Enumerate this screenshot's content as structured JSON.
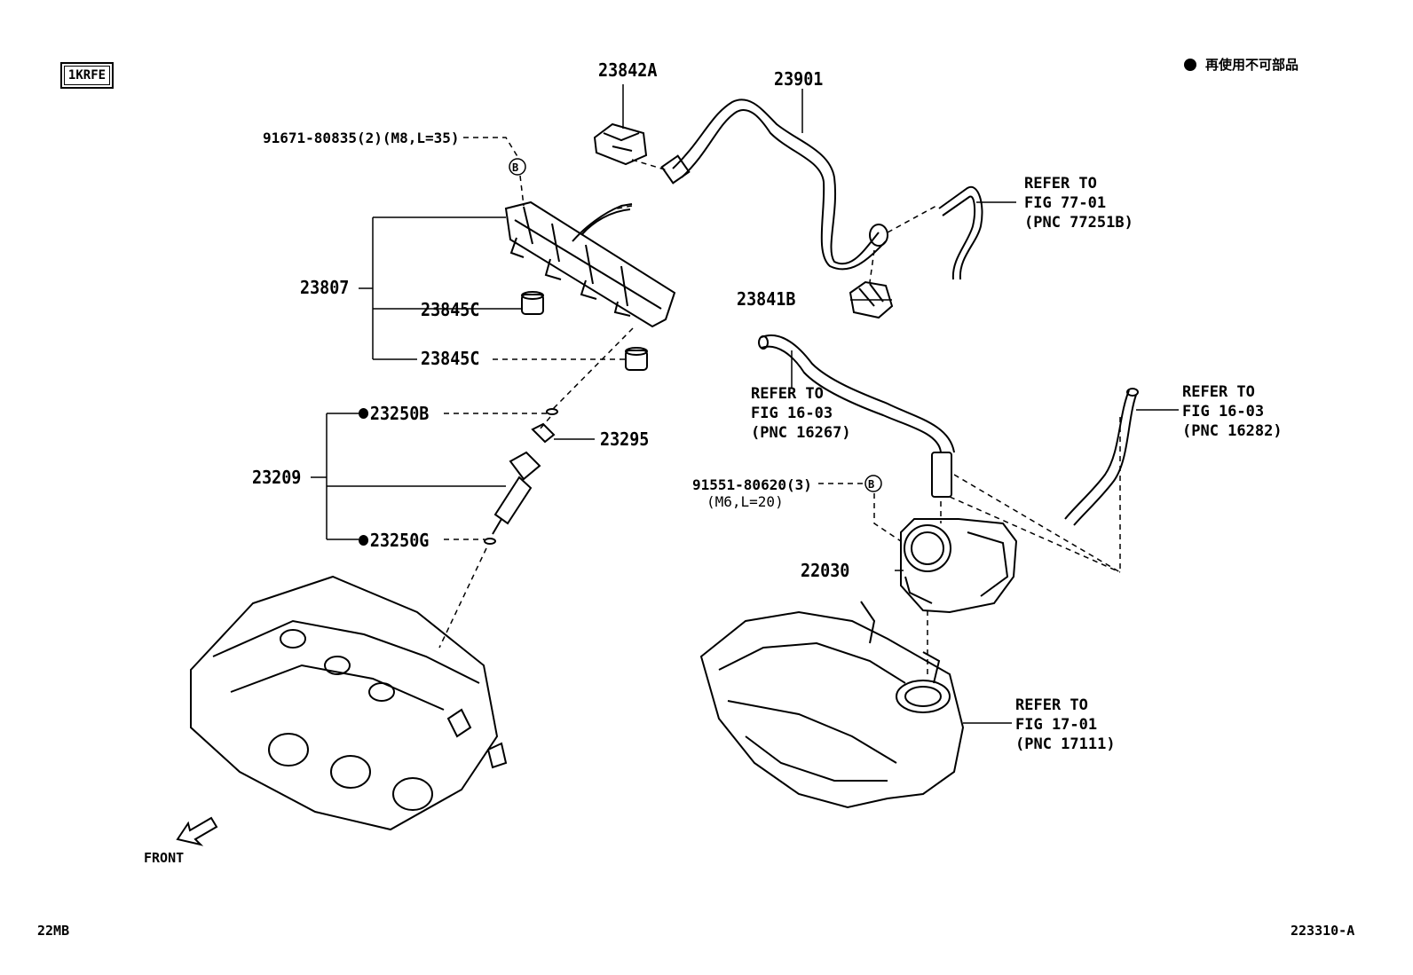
{
  "engine_code": "1KRFE",
  "legend": {
    "symbol": "●",
    "text": "再使用不可部品"
  },
  "part_labels": {
    "p23842A": "23842A",
    "p23901": "23901",
    "p91671": "91671-80835(2)(M8,L=35)",
    "p23807": "23807",
    "p23845C_1": "23845C",
    "p23845C_2": "23845C",
    "p23841B": "23841B",
    "p23250B": "23250B",
    "p23295": "23295",
    "p23209": "23209",
    "p23250G": "23250G",
    "p91551": "91551-80620(3)",
    "p91551_sub": "(M6,L=20)",
    "p22030": "22030"
  },
  "bolt_marker": "B",
  "references": {
    "ref_77": {
      "line1": "REFER TO",
      "line2": "FIG 77-01",
      "line3": "(PNC 77251B)"
    },
    "ref_16267": {
      "line1": "REFER TO",
      "line2": "FIG 16-03",
      "line3": "(PNC 16267)"
    },
    "ref_16282": {
      "line1": "REFER TO",
      "line2": "FIG 16-03",
      "line3": "(PNC 16282)"
    },
    "ref_17": {
      "line1": "REFER TO",
      "line2": "FIG 17-01",
      "line3": "(PNC 17111)"
    }
  },
  "front_label": "FRONT",
  "footer": {
    "left_code": "22MB",
    "right_code": "223310-A"
  }
}
